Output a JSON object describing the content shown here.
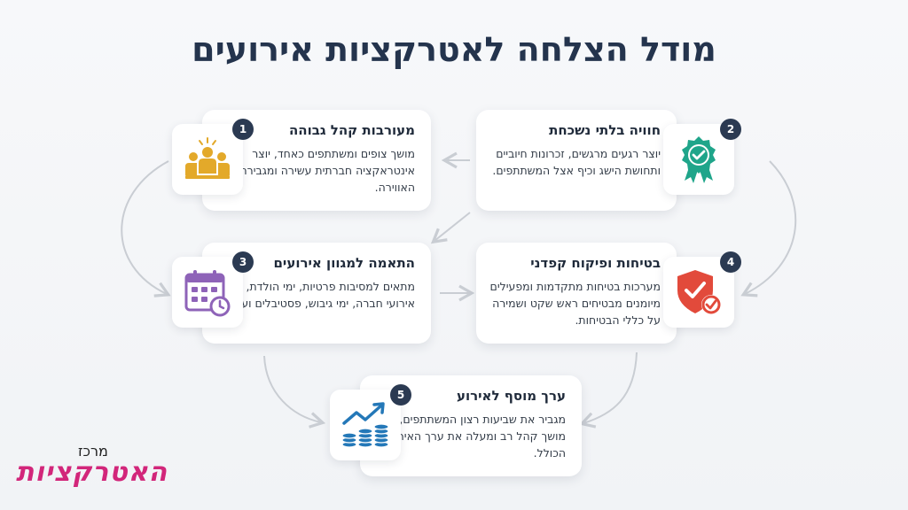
{
  "title": "מודל הצלחה לאטרקציות אירועים",
  "steps": [
    {
      "number": "1",
      "icon": "audience-icon",
      "title": "מעורבות קהל גבוהה",
      "text": "מושך צופים ומשתתפים כאחד, יוצר אינטראקציה חברתית עשירה ומגבירה את האווירה."
    },
    {
      "number": "2",
      "icon": "award-badge-icon",
      "title": "חוויה בלתי נשכחת",
      "text": "יוצר רגעים מרגשים, זכרונות חיוביים ותחושת הישג וכיף אצל המשתתפים."
    },
    {
      "number": "3",
      "icon": "calendar-events-icon",
      "title": "התאמה למגוון אירועים",
      "text": "מתאים למסיבות פרטיות, ימי הולדת, אירועי חברה, ימי גיבוש, פסטיבלים ועוד."
    },
    {
      "number": "4",
      "icon": "shield-check-icon",
      "title": "בטיחות ופיקוח קפדני",
      "text": "מערכות בטיחות מתקדמות ומפעילים מיומנים מבטיחים ראש שקט ושמירה על כללי הבטיחות."
    },
    {
      "number": "5",
      "icon": "growth-coins-icon",
      "title": "ערך מוסף לאירוע",
      "text": "מגביר את שביעות רצון המשתתפים, מושך קהל רב ומעלה את ערך האירוע הכולל."
    }
  ],
  "logo": {
    "top": "מרכז",
    "main": "האטרקציות"
  },
  "colors": {
    "title": "#24344d",
    "badge": "#2b3a52",
    "audience": "#e3a92a",
    "award": "#1fa58a",
    "calendar": "#8e63b8",
    "shield": "#e24a3b",
    "growth": "#2478b8"
  }
}
